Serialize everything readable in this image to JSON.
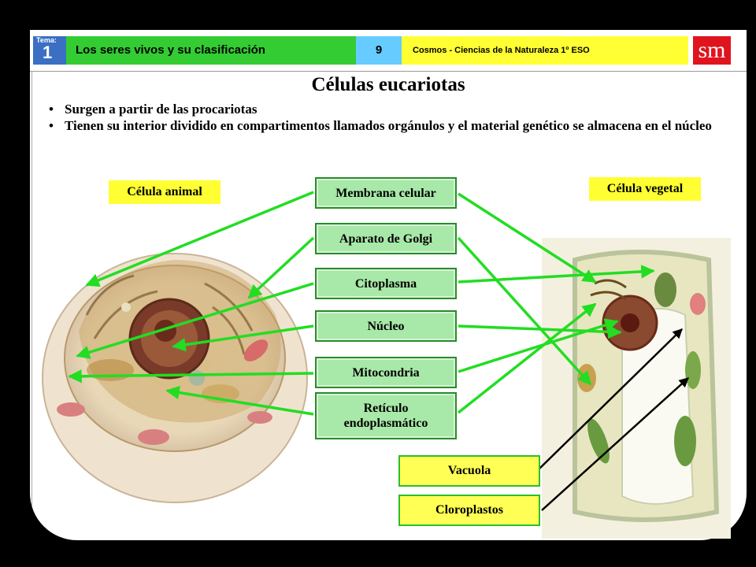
{
  "header": {
    "tema_label": "Tema:",
    "tema_number": "1",
    "unit_title": "Los seres vivos y su clasificación",
    "page_number": "9",
    "book": "Cosmos - Ciencias de la Naturaleza 1º ESO",
    "logo": "sm"
  },
  "title": "Células eucariotas",
  "bullets": [
    "Surgen a partir de las procariotas",
    "Tienen su interior dividido en compartimentos llamados orgánulos y el material genético se almacena en el núcleo"
  ],
  "cell_labels": {
    "animal": "Célula animal",
    "plant": "Célula vegetal"
  },
  "parts": [
    "Membrana celular",
    "Aparato de Golgi",
    "Citoplasma",
    "Núcleo",
    "Mitocondria",
    "Retículo endoplasmático"
  ],
  "plant_parts": [
    "Vacuola",
    "Cloroplastos"
  ],
  "colors": {
    "arrow_green": "#22dd22",
    "box_green": "#a8e8a8",
    "label_yellow": "#ffff33"
  }
}
